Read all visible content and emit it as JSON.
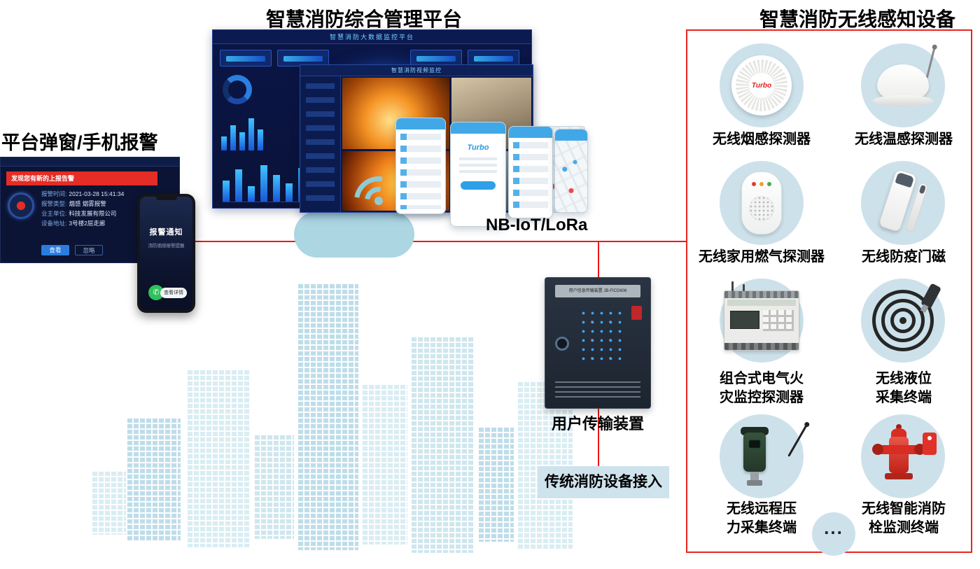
{
  "titles": {
    "platform": "智慧消防综合管理平台",
    "devices": "智慧消防无线感知设备",
    "alarm": "平台弹窗/手机报警"
  },
  "network": {
    "label": "NB-IoT/LoRa"
  },
  "colors": {
    "accent_red": "#e8261f",
    "device_circle_blue": "#cde1eb",
    "cloud_blue": "#abd6e2"
  },
  "icons": {
    "call": "✆"
  },
  "platform_screens": {
    "dashboard_header": "智慧消防大数据监控平台",
    "video_header": "智慧消防视频监控",
    "app_brand": "Turbo"
  },
  "alarm_panel": {
    "banner": "发现您有新的上报告警",
    "fields": [
      {
        "label": "报警时间:",
        "value": "2021-03-28 15:41:34"
      },
      {
        "label": "报警类型:",
        "value": "烟感 烟雾报警"
      },
      {
        "label": "业主单位:",
        "value": "科技发展有限公司"
      },
      {
        "label": "设备地址:",
        "value": "3号楼2层走廊"
      }
    ],
    "buttons": [
      "查看",
      "忽略"
    ]
  },
  "alarm_phone": {
    "title": "报警通知",
    "subtitle": "消防烟感报警提醒",
    "action": "查看详情"
  },
  "transmission": {
    "plate_text": "用户信息传输装置 JB-FICD606",
    "label": "用户传输装置"
  },
  "traditional_label": "传统消防设备接入",
  "sensor_devices": [
    {
      "id": "smoke-detector",
      "label": "无线烟感探测器",
      "brand": "Turbo"
    },
    {
      "id": "temp-detector",
      "label": "无线温感探测器"
    },
    {
      "id": "gas-detector",
      "label": "无线家用燃气探测器"
    },
    {
      "id": "door-magnet",
      "label": "无线防疫门磁"
    },
    {
      "id": "electrical-fire-monitor",
      "label": "组合式电气火\n灾监控探测器"
    },
    {
      "id": "liquid-level-terminal",
      "label": "无线液位\n采集终端"
    },
    {
      "id": "pressure-terminal",
      "label": "无线远程压\n力采集终端"
    },
    {
      "id": "hydrant-terminal",
      "label": "无线智能消防\n栓监测终端"
    }
  ],
  "ellipsis": "..."
}
